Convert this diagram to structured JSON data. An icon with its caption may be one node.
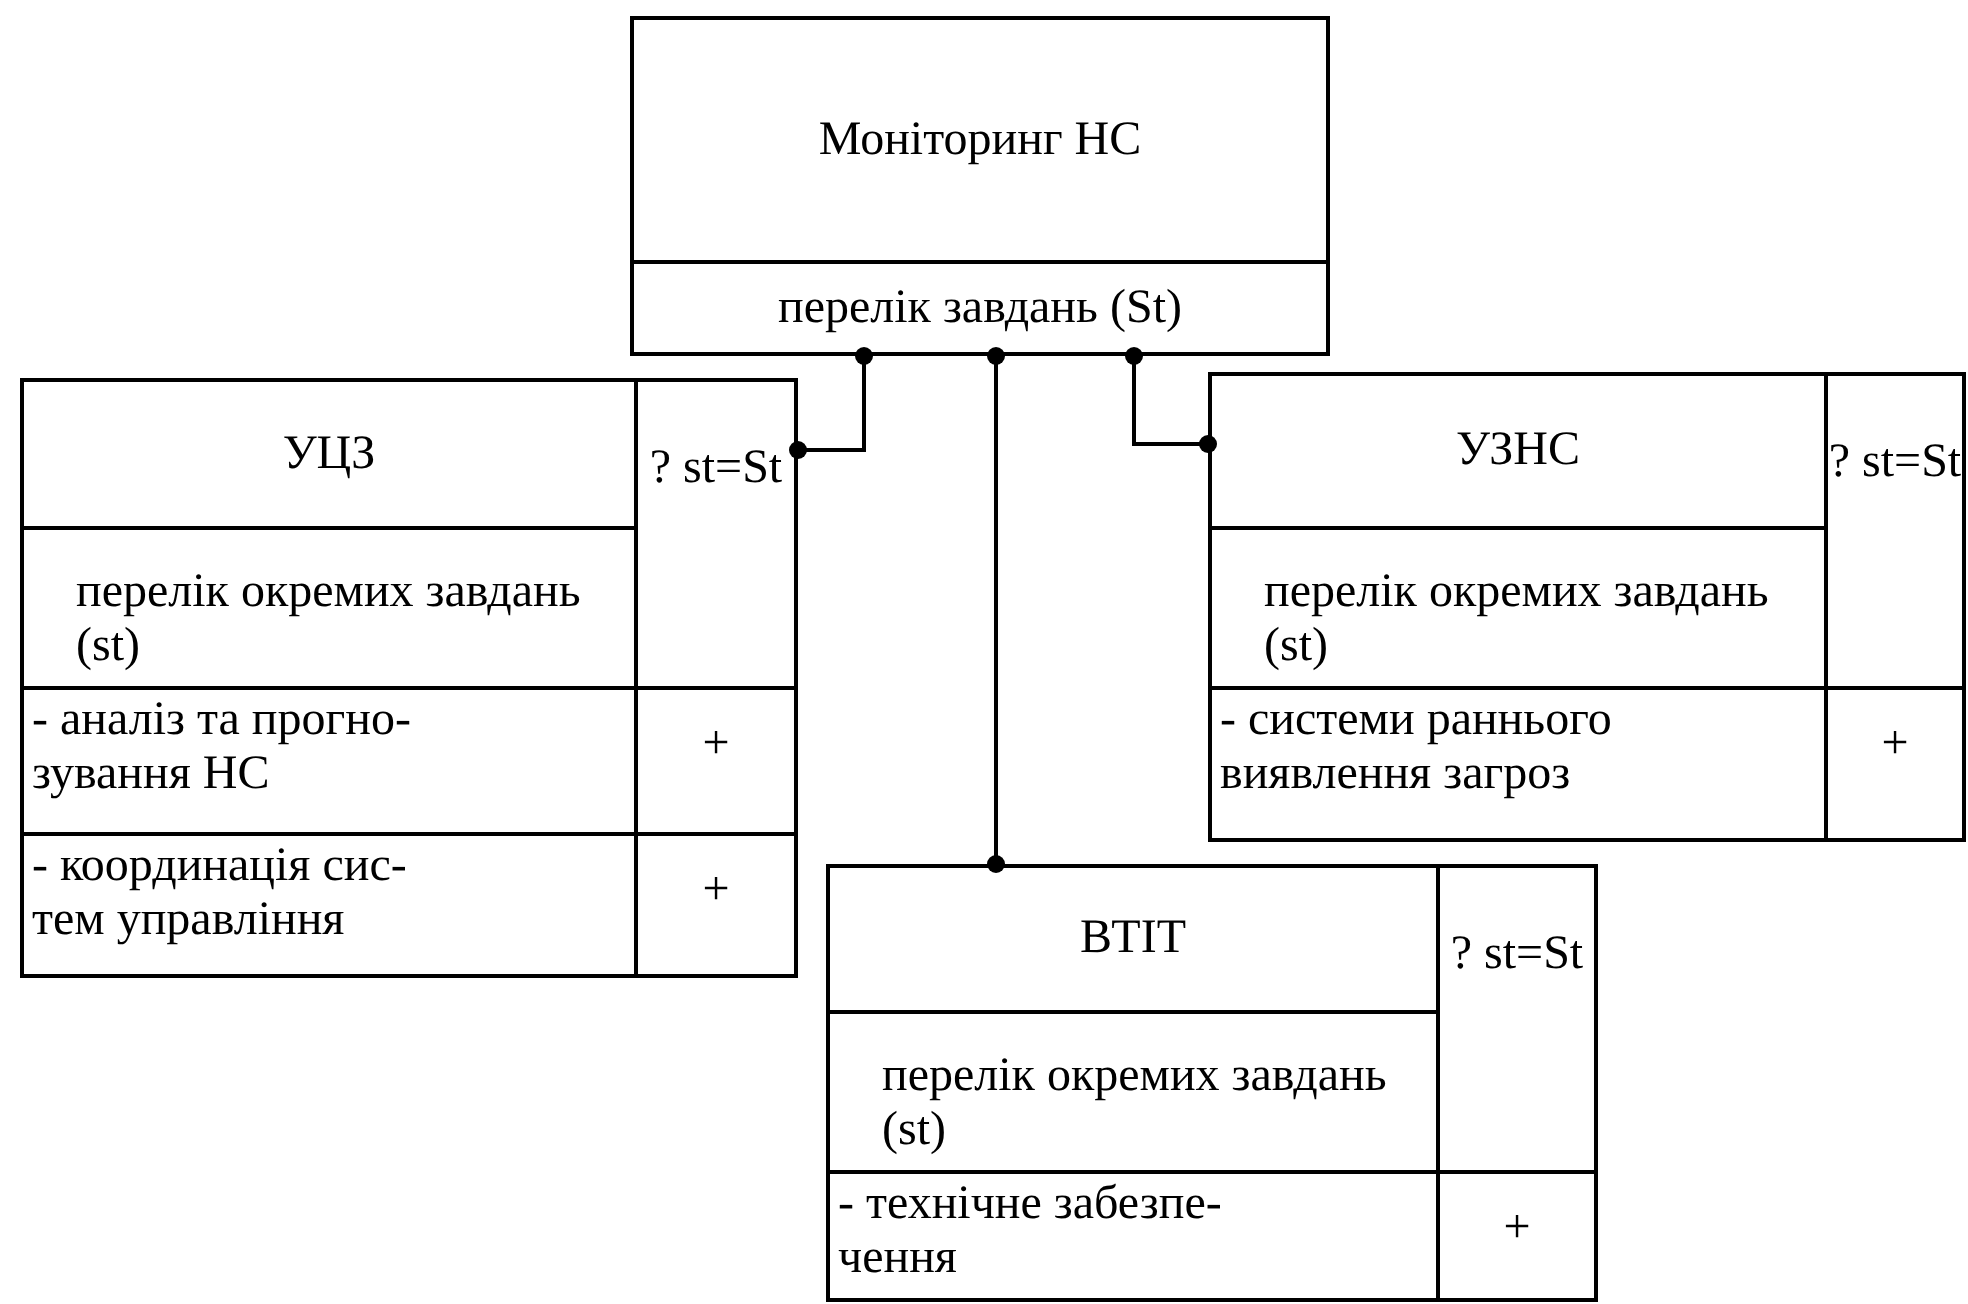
{
  "diagram": {
    "nodes": [
      {
        "text": [
          "Моніторинг НС",
          "перелік завдань (St)"
        ]
      },
      {
        "text": [
          "УЦЗ",
          "перелік окремих завдань (st)",
          "? st=St"
        ]
      },
      {
        "text": [
          "- аналіз та прогно- зування НС",
          "+"
        ],
        "in": 1
      },
      {
        "text": [
          "- координація сис- тем управління",
          "+"
        ],
        "in": 1
      },
      {
        "text": [
          "УЗНС",
          "перелік окремих завдань (st)",
          "? st=St"
        ]
      },
      {
        "text": [
          "- системи раннього виявлення загроз",
          "+"
        ],
        "in": 4
      },
      {
        "text": [
          "ВТІТ",
          "перелік окремих завдань (st)",
          "? st=St"
        ]
      },
      {
        "text": [
          "- технічне забезпе- чення",
          "+"
        ],
        "in": 6
      }
    ],
    "edges": [
      {
        "from": 0,
        "to": 1,
        "arrow": "other"
      },
      {
        "from": 0,
        "to": 6,
        "arrow": "other"
      },
      {
        "from": 0,
        "to": 4,
        "arrow": "other"
      }
    ]
  }
}
